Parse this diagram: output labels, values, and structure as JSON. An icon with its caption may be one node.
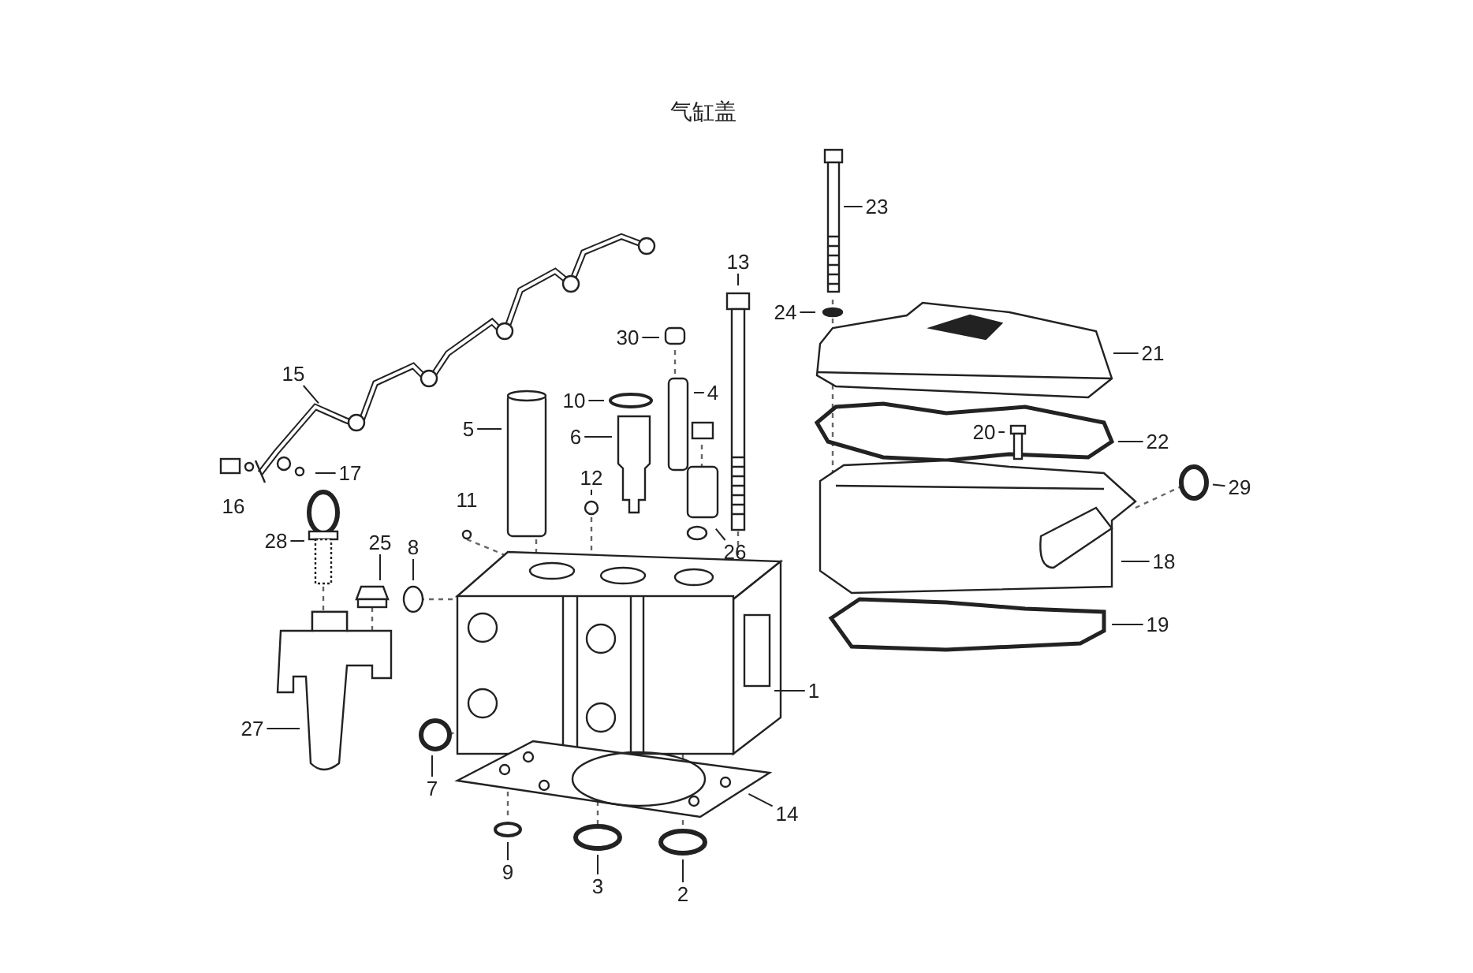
{
  "diagram": {
    "title": "气缸盖",
    "nodes": [
      {
        "text": [
          "23"
        ]
      },
      {
        "text": [
          "13"
        ]
      },
      {
        "text": [
          "24"
        ]
      },
      {
        "text": [
          "21"
        ]
      },
      {
        "text": [
          "30"
        ]
      },
      {
        "text": [
          "15"
        ]
      },
      {
        "text": [
          "10"
        ]
      },
      {
        "text": [
          "4"
        ]
      },
      {
        "text": [
          "5"
        ]
      },
      {
        "text": [
          "6"
        ]
      },
      {
        "text": [
          "20"
        ]
      },
      {
        "text": [
          "22"
        ]
      },
      {
        "text": [
          "16"
        ]
      },
      {
        "text": [
          "17"
        ]
      },
      {
        "text": [
          "12"
        ]
      },
      {
        "text": [
          "11"
        ]
      },
      {
        "text": [
          "29"
        ]
      },
      {
        "text": [
          "28"
        ]
      },
      {
        "text": [
          "25"
        ]
      },
      {
        "text": [
          "8"
        ]
      },
      {
        "text": [
          "26"
        ]
      },
      {
        "text": [
          "18"
        ]
      },
      {
        "text": [
          "19"
        ]
      },
      {
        "text": [
          "1"
        ]
      },
      {
        "text": [
          "27"
        ]
      },
      {
        "text": [
          "7"
        ]
      },
      {
        "text": [
          "14"
        ]
      },
      {
        "text": [
          "9"
        ]
      },
      {
        "text": [
          "3"
        ]
      },
      {
        "text": [
          "2"
        ]
      }
    ],
    "edges": [
      {
        "from": 0,
        "to": null,
        "arrow": "none"
      },
      {
        "from": 1,
        "to": null,
        "arrow": "none"
      },
      {
        "from": 2,
        "to": null,
        "arrow": "none"
      },
      {
        "from": 3,
        "to": null,
        "arrow": "none"
      },
      {
        "from": 4,
        "to": null,
        "arrow": "none"
      },
      {
        "from": 5,
        "to": null,
        "arrow": "none"
      },
      {
        "from": 6,
        "to": null,
        "arrow": "none"
      },
      {
        "from": 7,
        "to": null,
        "arrow": "none"
      },
      {
        "from": 8,
        "to": null,
        "arrow": "none"
      },
      {
        "from": 9,
        "to": null,
        "arrow": "none"
      },
      {
        "from": 10,
        "to": null,
        "arrow": "none"
      },
      {
        "from": 11,
        "to": null,
        "arrow": "none"
      },
      {
        "from": 13,
        "to": null,
        "arrow": "none"
      },
      {
        "from": 14,
        "to": null,
        "arrow": "none"
      },
      {
        "from": 16,
        "to": null,
        "arrow": "none"
      },
      {
        "from": 17,
        "to": null,
        "arrow": "none"
      },
      {
        "from": 18,
        "to": null,
        "arrow": "none"
      },
      {
        "from": 19,
        "to": null,
        "arrow": "none"
      },
      {
        "from": 20,
        "to": null,
        "arrow": "none"
      },
      {
        "from": 21,
        "to": null,
        "arrow": "none"
      },
      {
        "from": 22,
        "to": null,
        "arrow": "none"
      },
      {
        "from": 23,
        "to": null,
        "arrow": "none"
      },
      {
        "from": 24,
        "to": null,
        "arrow": "none"
      },
      {
        "from": 25,
        "to": null,
        "arrow": "none"
      },
      {
        "from": 26,
        "to": null,
        "arrow": "none"
      },
      {
        "from": 27,
        "to": null,
        "arrow": "none"
      },
      {
        "from": 28,
        "to": null,
        "arrow": "none"
      },
      {
        "from": 29,
        "to": null,
        "arrow": "none"
      }
    ]
  }
}
